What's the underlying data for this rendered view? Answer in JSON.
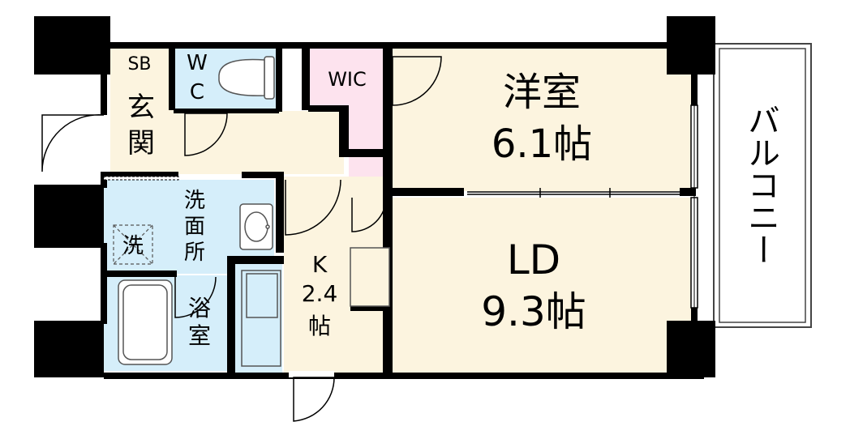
{
  "rooms": {
    "sb": "SB",
    "wc_w": "W",
    "wc_c": "C",
    "genkan_1": "玄",
    "genkan_2": "関",
    "wic": "WIC",
    "yoshitsu_name": "洋室",
    "yoshitsu_size": "6.1帖",
    "senmen_1": "洗",
    "senmen_2": "面",
    "senmen_3": "所",
    "washer": "洗",
    "yokushitsu_1": "浴",
    "yokushitsu_2": "室",
    "kitchen_name": "K",
    "kitchen_size_num": "2.4",
    "kitchen_size_unit": "帖",
    "ld_name": "LD",
    "ld_size": "9.3帖",
    "balcony": "バルコニー"
  },
  "colors": {
    "wall": "#000000",
    "room_beige": "#fcf4df",
    "wet_blue": "#d5eefa",
    "wic_pink": "#fde3ee",
    "fixture_stroke": "#555555"
  }
}
